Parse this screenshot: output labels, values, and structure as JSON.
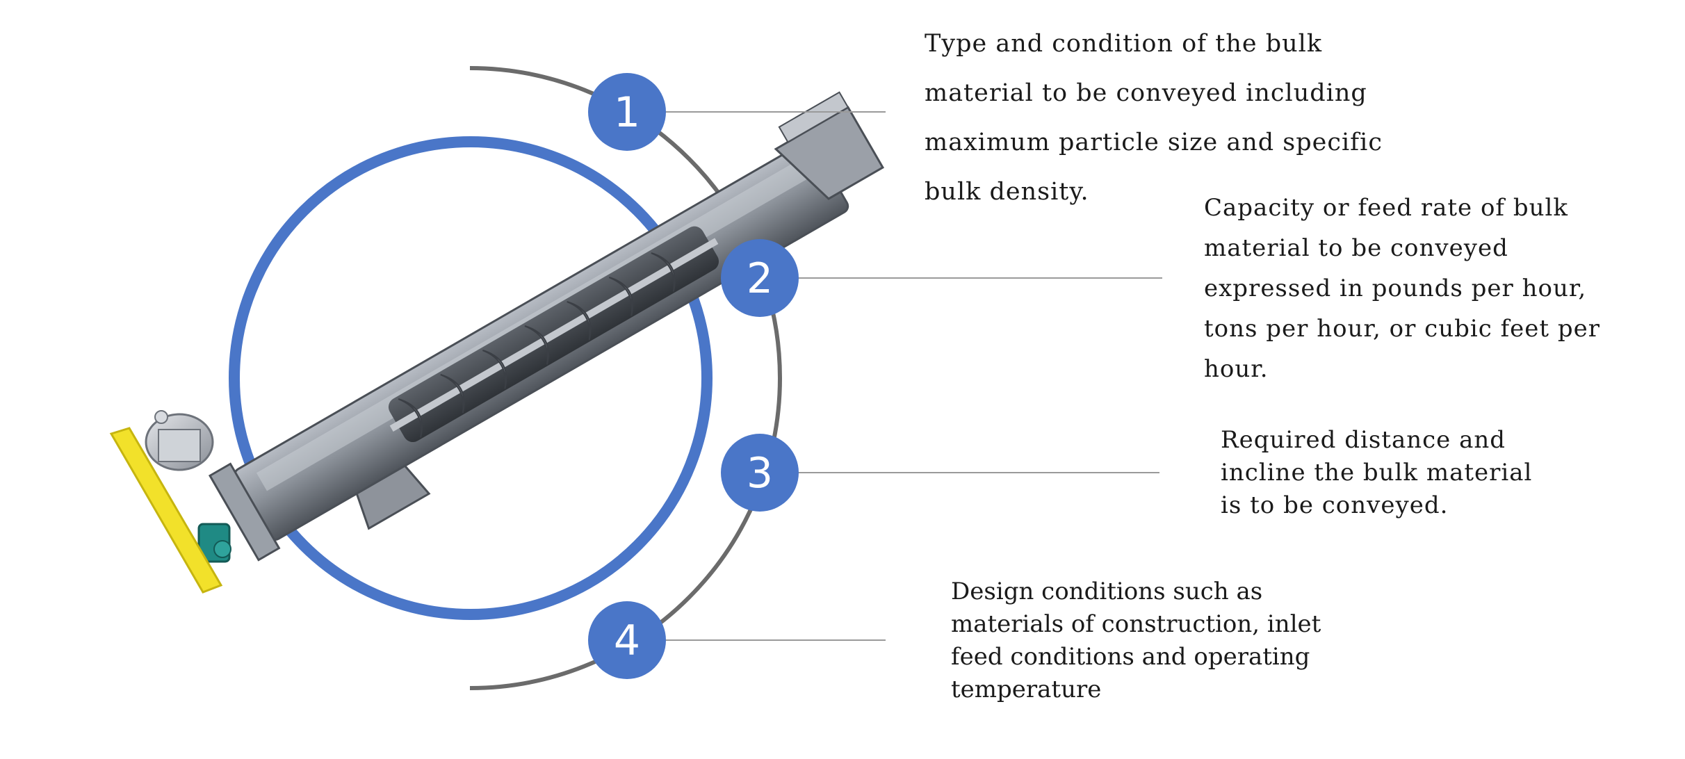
{
  "colors": {
    "accent_blue": "#4a76c8",
    "arc_gray": "#6b6b6b",
    "connector_gray": "#9a9a9a",
    "motor_guard_yellow": "#f2e12a",
    "gearbox_teal": "#1f8a84"
  },
  "icons": {
    "illustration": "screw-conveyor-illustration"
  },
  "callouts": [
    {
      "number": "1",
      "lines": [
        "Type and condition of the bulk",
        "material to be conveyed including",
        "maximum particle size and specific",
        "bulk density."
      ]
    },
    {
      "number": "2",
      "lines": [
        "Capacity or feed rate of bulk",
        "material to be conveyed",
        "expressed in pounds per hour,",
        "tons per hour, or cubic feet per",
        "hour."
      ]
    },
    {
      "number": "3",
      "lines": [
        "Required distance and",
        "incline the bulk material",
        "is to be conveyed."
      ]
    },
    {
      "number": "4",
      "lines": [
        "Design conditions such as",
        "materials of construction, inlet",
        "feed conditions and operating",
        "temperature"
      ]
    }
  ]
}
